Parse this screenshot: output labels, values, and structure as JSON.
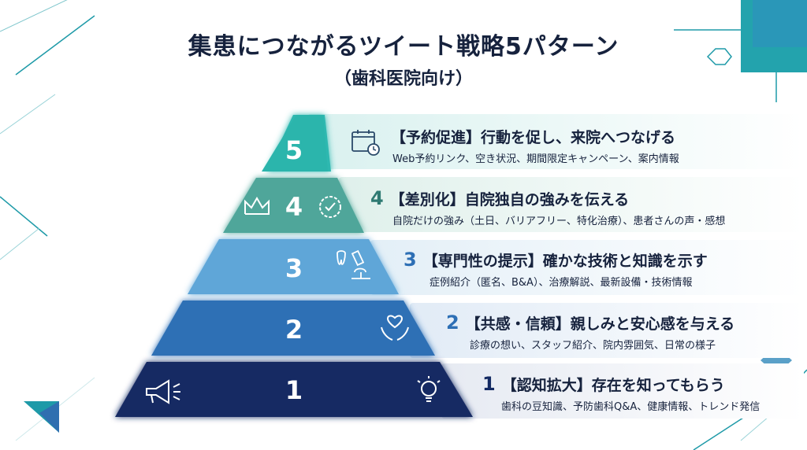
{
  "title": "集患につながるツイート戦略5パターン",
  "subtitle": "（歯科医院向け）",
  "colors": {
    "level5": "#2fb8b0",
    "level4": "#4fa69a",
    "level3": "#5fa6d8",
    "level2": "#2d6fb5",
    "level1": "#142a63",
    "accent": "#1e9aa8",
    "text": "#16223d"
  },
  "levels": [
    {
      "level": "5",
      "title": "【予約促進】行動を促し、来院へつなげる",
      "desc": "Web予約リンク、空き状況、期間限定キャンペーン、案内情報",
      "icon": "calendar-icon"
    },
    {
      "level": "4",
      "title_num": "4",
      "title": "【差別化】自院独自の強みを伝える",
      "desc": "自院だけの強み（土日、バリアフリー、特化治療）、患者さんの声・感想",
      "icon": "crown-icon"
    },
    {
      "level": "3",
      "title_num": "3",
      "title": "【専門性の提示】確かな技術と知識を示す",
      "desc": "症例紹介（匿名、B&A）、治療解説、最新設備・技術情報",
      "icon": "microscope-icon"
    },
    {
      "level": "2",
      "title_num": "2",
      "title": "【共感・信頼】親しみと安心感を与える",
      "desc": "診療の想い、スタッフ紹介、院内雰囲気、日常の様子",
      "icon": "heart-hands-icon"
    },
    {
      "level": "1",
      "title_num": "1",
      "title": "【認知拡大】存在を知ってもらう",
      "desc": "歯科の豆知識、予防歯科Q&A、健康情報、トレンド発信",
      "icon": "megaphone-icon"
    }
  ]
}
